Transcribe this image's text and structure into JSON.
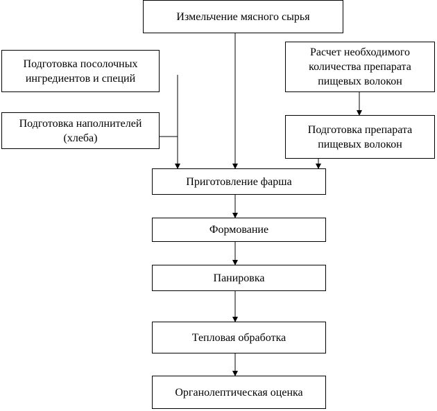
{
  "nodes": {
    "mince_raw": "Измельчение мясного сырья",
    "brine_ingredients": [
      "Подготовка посолочных",
      "ингредиентов и специй"
    ],
    "filler_prep": [
      "Подготовка наполнителей",
      "(хлеба)"
    ],
    "fiber_calc": [
      "Расчет необходимого",
      "количества препарата",
      "пищевых волокон"
    ],
    "fiber_prep": [
      "Подготовка препарата",
      "пищевых волокон"
    ],
    "forcemeat": "Приготовление фарша",
    "forming": "Формование",
    "breading": "Панировка",
    "heat_treatment": "Тепловая обработка",
    "sensory_eval": "Органолептическая оценка"
  }
}
